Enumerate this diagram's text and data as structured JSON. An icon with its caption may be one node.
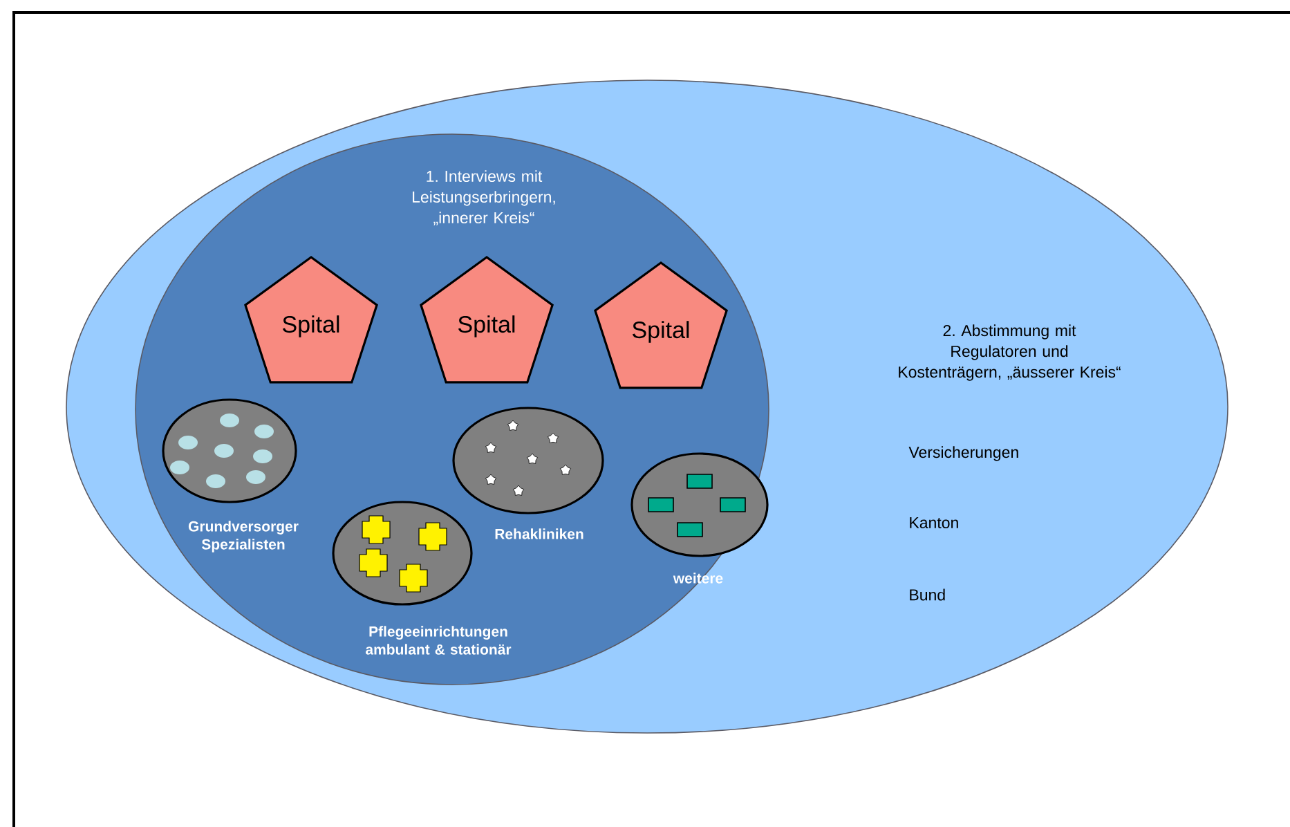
{
  "diagram": {
    "nodes": [
      {
        "text": [
          "2. Abstimmung mit Regulatoren und Kostenträgern, „äusserer Kreis“",
          "Versicherungen",
          "Kanton",
          "Bund"
        ]
      },
      {
        "text": [
          "1. Interviews mit Leistungserbringern, „innerer Kreis“"
        ],
        "in": 0
      },
      {
        "text": [
          "Spital"
        ],
        "in": 1
      },
      {
        "text": [
          "Spital"
        ],
        "in": 1
      },
      {
        "text": [
          "Spital"
        ],
        "in": 1
      },
      {
        "text": [],
        "shape": "ellipse",
        "beside": [
          "Grundversorger Spezialisten"
        ],
        "in": 1
      },
      {
        "text": [],
        "shape": "ellipse",
        "beside": [
          "Rehakliniken"
        ],
        "in": 1
      },
      {
        "text": [],
        "shape": "ellipse",
        "beside": [
          "Pflegeeinrichtungen ambulant & stationär"
        ],
        "in": 1
      },
      {
        "text": [],
        "shape": "ellipse",
        "beside": [
          "weitere"
        ],
        "in": 1
      }
    ]
  }
}
